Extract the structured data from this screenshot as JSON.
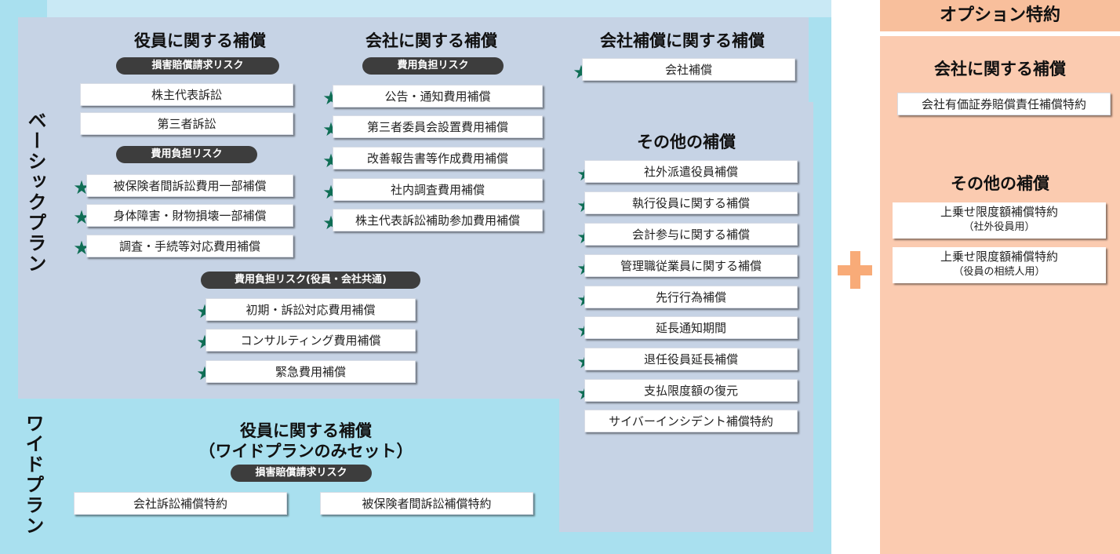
{
  "labels": {
    "basic_plan": "ベーシックプラン",
    "wide_plan": "ワイドプラン"
  },
  "officer": {
    "title": "役員に関する補償",
    "pill_claim": "損害賠償請求リスク",
    "claim_items": [
      "株主代表訴訟",
      "第三者訴訟"
    ],
    "pill_cost": "費用負担リスク",
    "cost_items": [
      "被保険者間訴訟費用一部補償",
      "身体障害・財物損壊一部補償",
      "調査・手続等対応費用補償"
    ]
  },
  "company": {
    "title": "会社に関する補償",
    "pill": "費用負担リスク",
    "items": [
      "公告・通知費用補償",
      "第三者委員会設置費用補償",
      "改善報告書等作成費用補償",
      "社内調査費用補償",
      "株主代表訴訟補助参加費用補償"
    ]
  },
  "shared": {
    "pill": "費用負担リスク(役員・会社共通)",
    "items": [
      "初期・訴訟対応費用補償",
      "コンサルティング費用補償",
      "緊急費用補償"
    ]
  },
  "company_comp": {
    "title": "会社補償に関する補償",
    "items": [
      "会社補償"
    ]
  },
  "other": {
    "title": "その他の補償",
    "items": [
      "社外派遣役員補償",
      "執行役員に関する補償",
      "会計参与に関する補償",
      "管理職従業員に関する補償",
      "先行行為補償",
      "延長通知期間",
      "退任役員延長補償",
      "支払限度額の復元",
      "サイバーインシデント補償特約"
    ]
  },
  "wide": {
    "title_line1": "役員に関する補償",
    "title_line2": "（ワイドプランのみセット）",
    "pill": "損害賠償請求リスク",
    "items": [
      "会社訴訟補償特約",
      "被保険者間訴訟補償特約"
    ]
  },
  "option": {
    "header": "オプション特約",
    "company_title": "会社に関する補償",
    "company_items": [
      "会社有価証券賠償責任補償特約"
    ],
    "other_title": "その他の補償",
    "other_items": [
      {
        "main": "上乗せ限度額補償特約",
        "sub": "（社外役員用）"
      },
      {
        "main": "上乗せ限度額補償特約",
        "sub": "（役員の相続人用）"
      }
    ]
  },
  "icons": {
    "star": "star-icon",
    "plus": "plus-icon"
  },
  "colors": {
    "star": "#0f6e55",
    "basic_bg": "#c6d3e5",
    "wide_bg": "#a9e0ef",
    "option_bg": "#fbcbb0",
    "option_header": "#f8bf9c",
    "plus": "#f8ab78",
    "pill": "#3d3d3d"
  }
}
